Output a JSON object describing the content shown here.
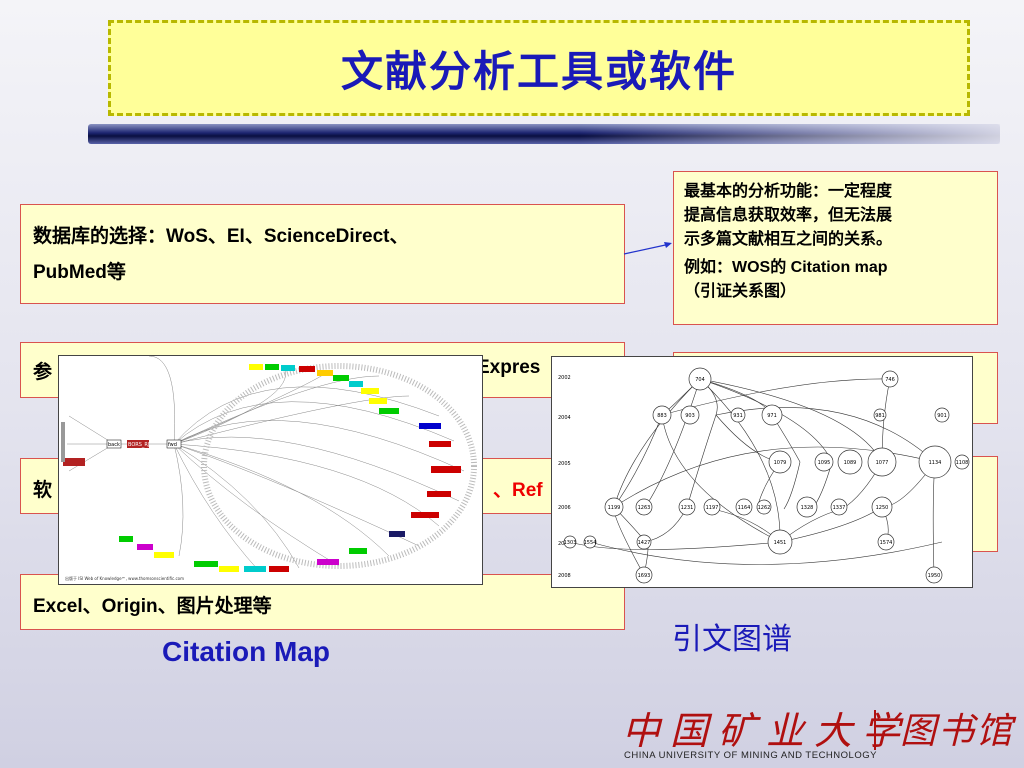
{
  "title": "文献分析工具或软件",
  "boxes": {
    "database_line1": "数据库的选择：WoS、EI、ScienceDirect、",
    "database_line2": "PubMed等",
    "reference_prefix": "参",
    "reference_suffix": "Expres",
    "software_prefix": "软",
    "software_red": "、Ref",
    "excel": "Excel、Origin、图片处理等"
  },
  "note": {
    "line1": "最基本的分析功能：一定程度",
    "line2": "提高信息获取效率，但无法展",
    "line3": "示多篇文献相互之间的关系。",
    "line4": "例如：WOS的 Citation map",
    "line5": "（引证关系图）"
  },
  "captions": {
    "citation_map": "Citation Map",
    "citation_graph": "引文图谱"
  },
  "logo": {
    "university_cn": "中国矿业大学",
    "library_cn": "图书馆",
    "university_en": "CHINA UNIVERSITY OF MINING AND TECHNOLOGY"
  },
  "citation_map_image": {
    "center_labels": [
      "back",
      "BORS_RJ",
      "fwd"
    ],
    "footer": "出版于 ISI Web of Knowledge℠, www.thomsonscientific.com"
  },
  "citation_graph_image": {
    "years": [
      "2002",
      "2004",
      "2005",
      "2006",
      "2007",
      "2008"
    ],
    "nodes": [
      "704",
      "746",
      "883",
      "903",
      "931",
      "971",
      "981",
      "901",
      "1079",
      "1095",
      "1089",
      "1077",
      "1134",
      "1108",
      "1199",
      "1263",
      "1231",
      "1197",
      "1164",
      "1262",
      "1328",
      "1337",
      "1250",
      "1303",
      "1554",
      "1427",
      "1451",
      "1574",
      "1693",
      "1950"
    ]
  },
  "colors": {
    "title_blue": "#1a1ab8",
    "box_fill": "#ffffcc",
    "box_border": "#d9534f",
    "highlight_red": "#ee0000",
    "logo_red": "#b01010"
  }
}
